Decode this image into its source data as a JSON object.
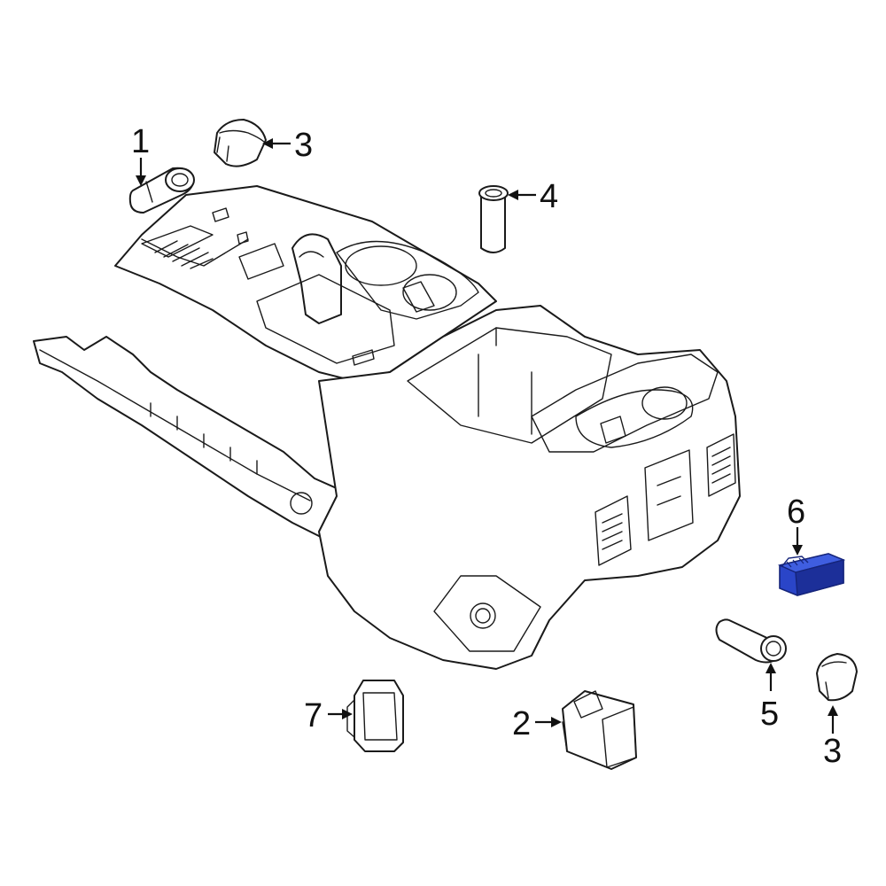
{
  "diagram": {
    "callouts": [
      {
        "id": "c1",
        "label": "1"
      },
      {
        "id": "c3a",
        "label": "3"
      },
      {
        "id": "c4",
        "label": "4"
      },
      {
        "id": "c6",
        "label": "6"
      },
      {
        "id": "c5",
        "label": "5"
      },
      {
        "id": "c3b",
        "label": "3"
      },
      {
        "id": "c7",
        "label": "7"
      },
      {
        "id": "c2",
        "label": "2"
      }
    ],
    "colors": {
      "line": "#1a1a1a",
      "highlight_part": "#2a45c8",
      "highlight_shade": "#1c2f99",
      "background": "#ffffff"
    },
    "highlighted_part": "6"
  }
}
